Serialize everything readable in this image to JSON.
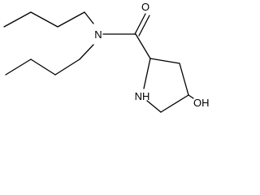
{
  "structure": {
    "atom_labels": {
      "carbonyl_oxygen": "O",
      "amide_nitrogen": "N",
      "ring_nitrogen": "NH",
      "hydroxyl": "OH"
    },
    "colors": {
      "bond": "#000000",
      "label": "#000000",
      "background": "#ffffff"
    }
  }
}
